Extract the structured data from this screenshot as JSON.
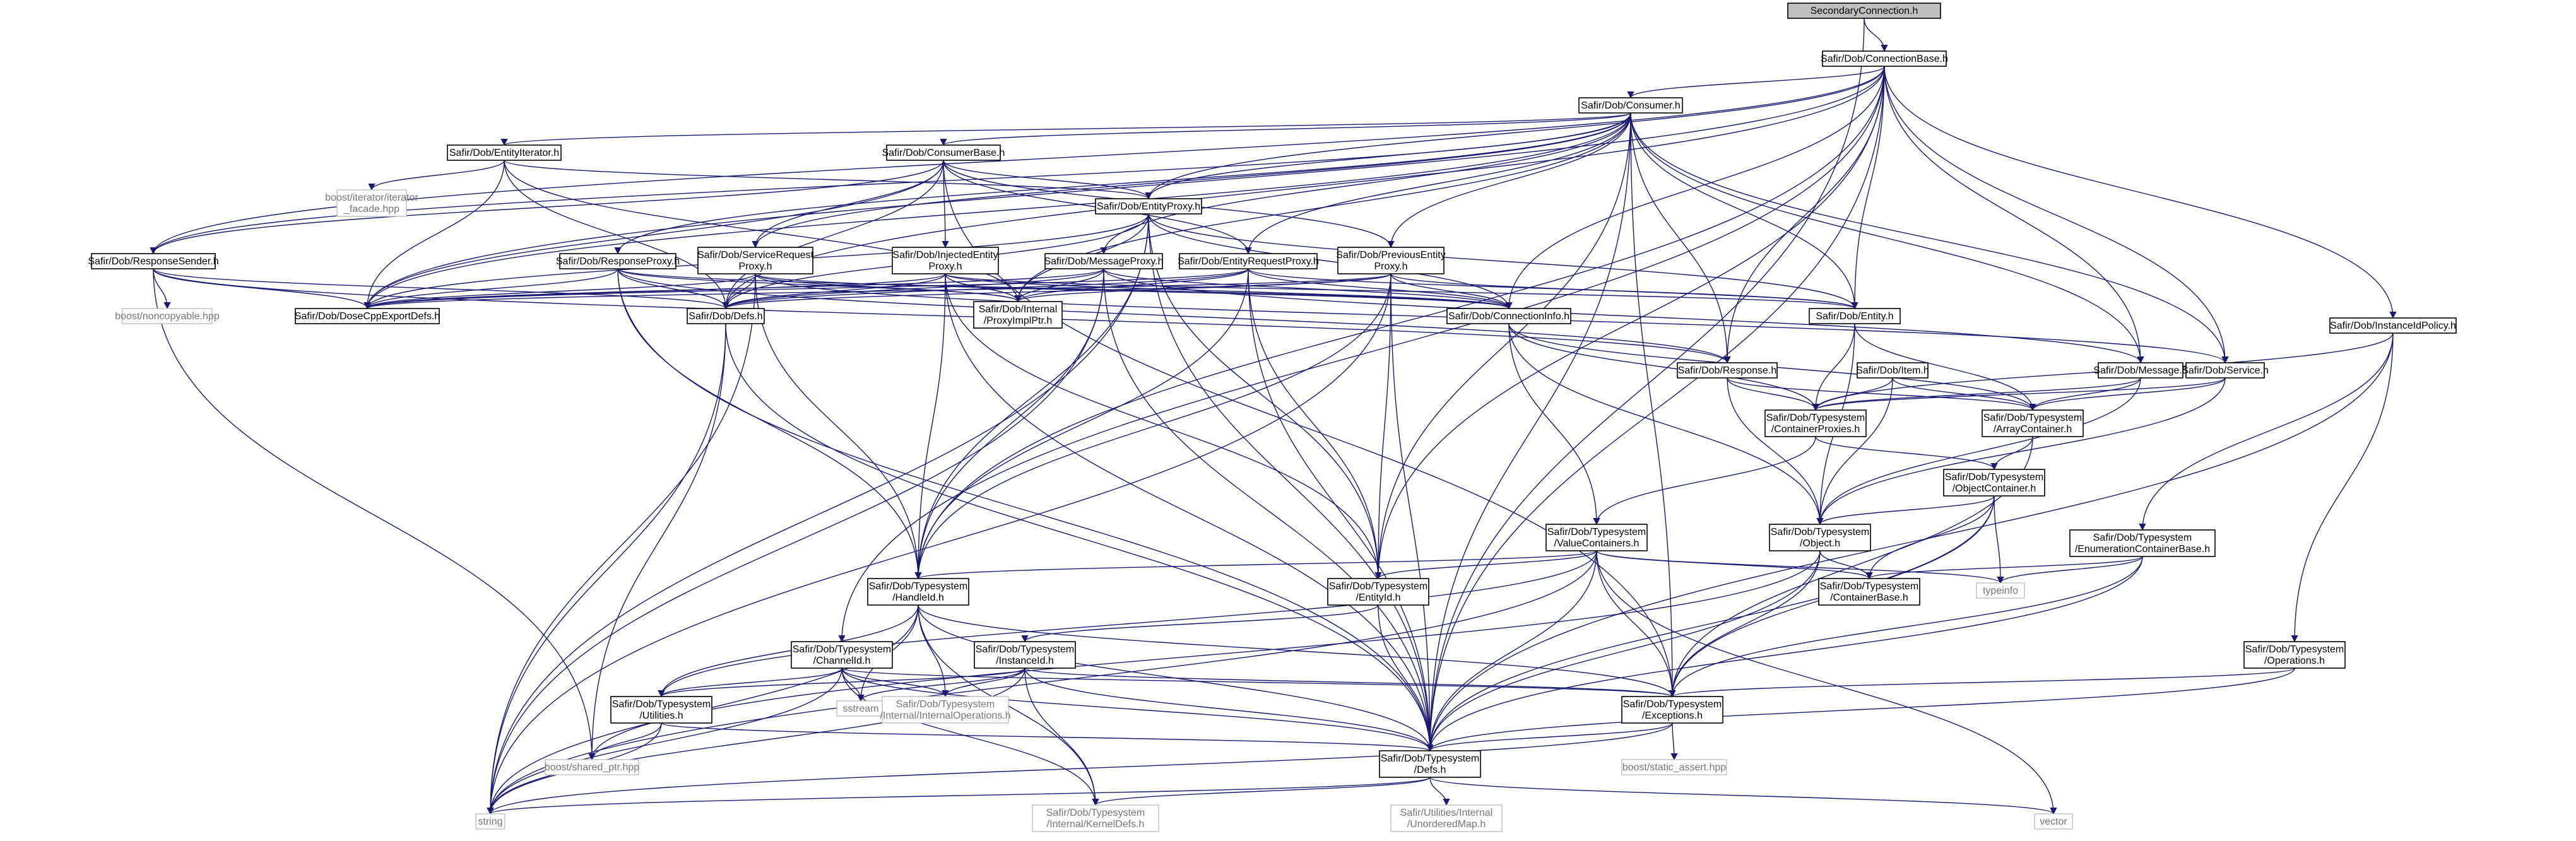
{
  "graph": {
    "nodes": [
      {
        "id": "n0",
        "lines": [
          "SecondaryConnection.h"
        ],
        "kind": "root"
      },
      {
        "id": "n1",
        "lines": [
          "Safir/Dob/ConnectionBase.h"
        ],
        "kind": "doc"
      },
      {
        "id": "n2",
        "lines": [
          "Safir/Dob/Consumer.h"
        ],
        "kind": "doc"
      },
      {
        "id": "n3",
        "lines": [
          "Safir/Dob/EntityIterator.h"
        ],
        "kind": "doc"
      },
      {
        "id": "n4",
        "lines": [
          "Safir/Dob/ConsumerBase.h"
        ],
        "kind": "doc"
      },
      {
        "id": "n5",
        "lines": [
          "boost/iterator/iterator",
          "_facade.hpp"
        ],
        "kind": "ext"
      },
      {
        "id": "n6",
        "lines": [
          "Safir/Dob/EntityProxy.h"
        ],
        "kind": "doc"
      },
      {
        "id": "n7",
        "lines": [
          "Safir/Dob/ResponseSender.h"
        ],
        "kind": "doc"
      },
      {
        "id": "n8",
        "lines": [
          "boost/noncopyable.hpp"
        ],
        "kind": "ext"
      },
      {
        "id": "n9",
        "lines": [
          "Safir/Dob/ResponseProxy.h"
        ],
        "kind": "doc"
      },
      {
        "id": "n10",
        "lines": [
          "Safir/Dob/ServiceRequest",
          "Proxy.h"
        ],
        "kind": "doc"
      },
      {
        "id": "n11",
        "lines": [
          "Safir/Dob/InjectedEntity",
          "Proxy.h"
        ],
        "kind": "doc"
      },
      {
        "id": "n12",
        "lines": [
          "Safir/Dob/MessageProxy.h"
        ],
        "kind": "doc"
      },
      {
        "id": "n13",
        "lines": [
          "Safir/Dob/EntityRequestProxy.h"
        ],
        "kind": "doc"
      },
      {
        "id": "n14",
        "lines": [
          "Safir/Dob/PreviousEntity",
          "Proxy.h"
        ],
        "kind": "doc"
      },
      {
        "id": "n15",
        "lines": [
          "Safir/Dob/DoseCppExportDefs.h"
        ],
        "kind": "doc"
      },
      {
        "id": "n16",
        "lines": [
          "Safir/Dob/Defs.h"
        ],
        "kind": "doc"
      },
      {
        "id": "n17",
        "lines": [
          "Safir/Dob/Internal",
          "/ProxyImplPtr.h"
        ],
        "kind": "doc"
      },
      {
        "id": "n18",
        "lines": [
          "Safir/Dob/ConnectionInfo.h"
        ],
        "kind": "doc"
      },
      {
        "id": "n19",
        "lines": [
          "Safir/Dob/Entity.h"
        ],
        "kind": "doc"
      },
      {
        "id": "n20",
        "lines": [
          "Safir/Dob/Response.h"
        ],
        "kind": "doc"
      },
      {
        "id": "n21",
        "lines": [
          "Safir/Dob/Item.h"
        ],
        "kind": "doc"
      },
      {
        "id": "n22",
        "lines": [
          "Safir/Dob/Message.h"
        ],
        "kind": "doc"
      },
      {
        "id": "n23",
        "lines": [
          "Safir/Dob/Service.h"
        ],
        "kind": "doc"
      },
      {
        "id": "n24",
        "lines": [
          "Safir/Dob/InstanceIdPolicy.h"
        ],
        "kind": "doc"
      },
      {
        "id": "n25",
        "lines": [
          "Safir/Dob/Typesystem",
          "/ContainerProxies.h"
        ],
        "kind": "doc"
      },
      {
        "id": "n26",
        "lines": [
          "Safir/Dob/Typesystem",
          "/ArrayContainer.h"
        ],
        "kind": "doc"
      },
      {
        "id": "n27",
        "lines": [
          "Safir/Dob/Typesystem",
          "/ObjectContainer.h"
        ],
        "kind": "doc"
      },
      {
        "id": "n28",
        "lines": [
          "Safir/Dob/Typesystem",
          "/ValueContainers.h"
        ],
        "kind": "doc"
      },
      {
        "id": "n29",
        "lines": [
          "Safir/Dob/Typesystem",
          "/Object.h"
        ],
        "kind": "doc"
      },
      {
        "id": "n30",
        "lines": [
          "Safir/Dob/Typesystem",
          "/EnumerationContainerBase.h"
        ],
        "kind": "doc"
      },
      {
        "id": "n31",
        "lines": [
          "Safir/Dob/Typesystem",
          "/HandleId.h"
        ],
        "kind": "doc"
      },
      {
        "id": "n32",
        "lines": [
          "Safir/Dob/Typesystem",
          "/EntityId.h"
        ],
        "kind": "doc"
      },
      {
        "id": "n33",
        "lines": [
          "Safir/Dob/Typesystem",
          "/ContainerBase.h"
        ],
        "kind": "doc"
      },
      {
        "id": "n34",
        "lines": [
          "typeinfo"
        ],
        "kind": "ext"
      },
      {
        "id": "n35",
        "lines": [
          "Safir/Dob/Typesystem",
          "/ChannelId.h"
        ],
        "kind": "doc"
      },
      {
        "id": "n36",
        "lines": [
          "Safir/Dob/Typesystem",
          "/InstanceId.h"
        ],
        "kind": "doc"
      },
      {
        "id": "n37",
        "lines": [
          "Safir/Dob/Typesystem",
          "/Operations.h"
        ],
        "kind": "doc"
      },
      {
        "id": "n38",
        "lines": [
          "Safir/Dob/Typesystem",
          "/Utilities.h"
        ],
        "kind": "doc"
      },
      {
        "id": "n39",
        "lines": [
          "sstream"
        ],
        "kind": "ext"
      },
      {
        "id": "n40",
        "lines": [
          "Safir/Dob/Typesystem",
          "/Internal/InternalOperations.h"
        ],
        "kind": "ext"
      },
      {
        "id": "n41",
        "lines": [
          "Safir/Dob/Typesystem",
          "/Exceptions.h"
        ],
        "kind": "doc"
      },
      {
        "id": "n42",
        "lines": [
          "boost/shared_ptr.hpp"
        ],
        "kind": "ext"
      },
      {
        "id": "n43",
        "lines": [
          "boost/static_assert.hpp"
        ],
        "kind": "ext"
      },
      {
        "id": "n44",
        "lines": [
          "Safir/Dob/Typesystem",
          "/Defs.h"
        ],
        "kind": "doc"
      },
      {
        "id": "n45",
        "lines": [
          "string"
        ],
        "kind": "ext"
      },
      {
        "id": "n46",
        "lines": [
          "vector"
        ],
        "kind": "ext"
      },
      {
        "id": "n47",
        "lines": [
          "Safir/Dob/Typesystem",
          "/Internal/KernelDefs.h"
        ],
        "kind": "ext"
      },
      {
        "id": "n48",
        "lines": [
          "Safir/Utilities/Internal",
          "/UnorderedMap.h"
        ],
        "kind": "ext"
      }
    ],
    "edges": [
      [
        "n0",
        "n1"
      ],
      [
        "n0",
        "n44"
      ],
      [
        "n1",
        "n2"
      ],
      [
        "n1",
        "n6"
      ],
      [
        "n1",
        "n7"
      ],
      [
        "n1",
        "n15"
      ],
      [
        "n1",
        "n16"
      ],
      [
        "n1",
        "n19"
      ],
      [
        "n1",
        "n20"
      ],
      [
        "n1",
        "n22"
      ],
      [
        "n1",
        "n23"
      ],
      [
        "n1",
        "n24"
      ],
      [
        "n1",
        "n31"
      ],
      [
        "n1",
        "n32"
      ],
      [
        "n1",
        "n35"
      ],
      [
        "n1",
        "n44"
      ],
      [
        "n1",
        "n18"
      ],
      [
        "n2",
        "n3"
      ],
      [
        "n2",
        "n4"
      ],
      [
        "n2",
        "n6"
      ],
      [
        "n2",
        "n7"
      ],
      [
        "n2",
        "n9"
      ],
      [
        "n2",
        "n10"
      ],
      [
        "n2",
        "n12"
      ],
      [
        "n2",
        "n13"
      ],
      [
        "n2",
        "n14"
      ],
      [
        "n2",
        "n15"
      ],
      [
        "n2",
        "n19"
      ],
      [
        "n2",
        "n20"
      ],
      [
        "n2",
        "n22"
      ],
      [
        "n2",
        "n23"
      ],
      [
        "n2",
        "n32"
      ],
      [
        "n2",
        "n41"
      ],
      [
        "n2",
        "n44"
      ],
      [
        "n2",
        "n17"
      ],
      [
        "n3",
        "n5"
      ],
      [
        "n3",
        "n6"
      ],
      [
        "n3",
        "n15"
      ],
      [
        "n3",
        "n16"
      ],
      [
        "n3",
        "n17"
      ],
      [
        "n4",
        "n6"
      ],
      [
        "n4",
        "n7"
      ],
      [
        "n4",
        "n10"
      ],
      [
        "n4",
        "n11"
      ],
      [
        "n4",
        "n13"
      ],
      [
        "n4",
        "n14"
      ],
      [
        "n4",
        "n15"
      ],
      [
        "n4",
        "n16"
      ],
      [
        "n4",
        "n41"
      ],
      [
        "n6",
        "n15"
      ],
      [
        "n6",
        "n16"
      ],
      [
        "n6",
        "n17"
      ],
      [
        "n6",
        "n18"
      ],
      [
        "n6",
        "n19"
      ],
      [
        "n6",
        "n31"
      ],
      [
        "n6",
        "n32"
      ],
      [
        "n6",
        "n44"
      ],
      [
        "n6",
        "n45"
      ],
      [
        "n7",
        "n8"
      ],
      [
        "n7",
        "n15"
      ],
      [
        "n7",
        "n16"
      ],
      [
        "n7",
        "n20"
      ],
      [
        "n7",
        "n42"
      ],
      [
        "n9",
        "n15"
      ],
      [
        "n9",
        "n16"
      ],
      [
        "n9",
        "n17"
      ],
      [
        "n9",
        "n18"
      ],
      [
        "n9",
        "n20"
      ],
      [
        "n9",
        "n31"
      ],
      [
        "n9",
        "n44"
      ],
      [
        "n10",
        "n15"
      ],
      [
        "n10",
        "n16"
      ],
      [
        "n10",
        "n17"
      ],
      [
        "n10",
        "n18"
      ],
      [
        "n10",
        "n23"
      ],
      [
        "n10",
        "n31"
      ],
      [
        "n10",
        "n45"
      ],
      [
        "n11",
        "n15"
      ],
      [
        "n11",
        "n16"
      ],
      [
        "n11",
        "n17"
      ],
      [
        "n11",
        "n18"
      ],
      [
        "n11",
        "n19"
      ],
      [
        "n11",
        "n31"
      ],
      [
        "n11",
        "n32"
      ],
      [
        "n11",
        "n44"
      ],
      [
        "n12",
        "n15"
      ],
      [
        "n12",
        "n16"
      ],
      [
        "n12",
        "n17"
      ],
      [
        "n12",
        "n18"
      ],
      [
        "n12",
        "n22"
      ],
      [
        "n12",
        "n31"
      ],
      [
        "n12",
        "n44"
      ],
      [
        "n12",
        "n45"
      ],
      [
        "n13",
        "n15"
      ],
      [
        "n13",
        "n16"
      ],
      [
        "n13",
        "n17"
      ],
      [
        "n13",
        "n18"
      ],
      [
        "n13",
        "n19"
      ],
      [
        "n13",
        "n31"
      ],
      [
        "n13",
        "n32"
      ],
      [
        "n13",
        "n44"
      ],
      [
        "n14",
        "n15"
      ],
      [
        "n14",
        "n16"
      ],
      [
        "n14",
        "n17"
      ],
      [
        "n14",
        "n18"
      ],
      [
        "n14",
        "n19"
      ],
      [
        "n14",
        "n32"
      ],
      [
        "n14",
        "n44"
      ],
      [
        "n14",
        "n45"
      ],
      [
        "n14",
        "n31"
      ],
      [
        "n16",
        "n44"
      ],
      [
        "n16",
        "n45"
      ],
      [
        "n16",
        "n42"
      ],
      [
        "n18",
        "n25"
      ],
      [
        "n18",
        "n26"
      ],
      [
        "n18",
        "n28"
      ],
      [
        "n18",
        "n29"
      ],
      [
        "n19",
        "n25"
      ],
      [
        "n19",
        "n26"
      ],
      [
        "n19",
        "n29"
      ],
      [
        "n20",
        "n25"
      ],
      [
        "n20",
        "n26"
      ],
      [
        "n20",
        "n29"
      ],
      [
        "n21",
        "n25"
      ],
      [
        "n21",
        "n26"
      ],
      [
        "n21",
        "n29"
      ],
      [
        "n22",
        "n25"
      ],
      [
        "n22",
        "n26"
      ],
      [
        "n22",
        "n29"
      ],
      [
        "n23",
        "n25"
      ],
      [
        "n23",
        "n26"
      ],
      [
        "n23",
        "n29"
      ],
      [
        "n24",
        "n25"
      ],
      [
        "n24",
        "n30"
      ],
      [
        "n24",
        "n37"
      ],
      [
        "n24",
        "n44"
      ],
      [
        "n25",
        "n27"
      ],
      [
        "n25",
        "n28"
      ],
      [
        "n26",
        "n27"
      ],
      [
        "n26",
        "n41"
      ],
      [
        "n27",
        "n29"
      ],
      [
        "n27",
        "n33"
      ],
      [
        "n27",
        "n34"
      ],
      [
        "n27",
        "n41"
      ],
      [
        "n27",
        "n44"
      ],
      [
        "n28",
        "n31"
      ],
      [
        "n28",
        "n32"
      ],
      [
        "n28",
        "n33"
      ],
      [
        "n28",
        "n38"
      ],
      [
        "n28",
        "n41"
      ],
      [
        "n28",
        "n44"
      ],
      [
        "n28",
        "n45"
      ],
      [
        "n28",
        "n46"
      ],
      [
        "n28",
        "n34"
      ],
      [
        "n29",
        "n41"
      ],
      [
        "n29",
        "n42"
      ],
      [
        "n29",
        "n44"
      ],
      [
        "n29",
        "n33"
      ],
      [
        "n30",
        "n33"
      ],
      [
        "n30",
        "n34"
      ],
      [
        "n30",
        "n41"
      ],
      [
        "n30",
        "n44"
      ],
      [
        "n31",
        "n38"
      ],
      [
        "n31",
        "n39"
      ],
      [
        "n31",
        "n40"
      ],
      [
        "n31",
        "n41"
      ],
      [
        "n31",
        "n44"
      ],
      [
        "n31",
        "n45"
      ],
      [
        "n31",
        "n47"
      ],
      [
        "n32",
        "n36"
      ],
      [
        "n32",
        "n44"
      ],
      [
        "n35",
        "n38"
      ],
      [
        "n35",
        "n39"
      ],
      [
        "n35",
        "n40"
      ],
      [
        "n35",
        "n41"
      ],
      [
        "n35",
        "n44"
      ],
      [
        "n35",
        "n45"
      ],
      [
        "n35",
        "n47"
      ],
      [
        "n36",
        "n38"
      ],
      [
        "n36",
        "n39"
      ],
      [
        "n36",
        "n40"
      ],
      [
        "n36",
        "n41"
      ],
      [
        "n36",
        "n44"
      ],
      [
        "n36",
        "n45"
      ],
      [
        "n36",
        "n47"
      ],
      [
        "n37",
        "n41"
      ],
      [
        "n37",
        "n44"
      ],
      [
        "n38",
        "n42"
      ],
      [
        "n38",
        "n44"
      ],
      [
        "n38",
        "n45"
      ],
      [
        "n41",
        "n43"
      ],
      [
        "n41",
        "n44"
      ],
      [
        "n41",
        "n45"
      ],
      [
        "n44",
        "n45"
      ],
      [
        "n44",
        "n46"
      ],
      [
        "n44",
        "n47"
      ],
      [
        "n44",
        "n48"
      ]
    ]
  }
}
